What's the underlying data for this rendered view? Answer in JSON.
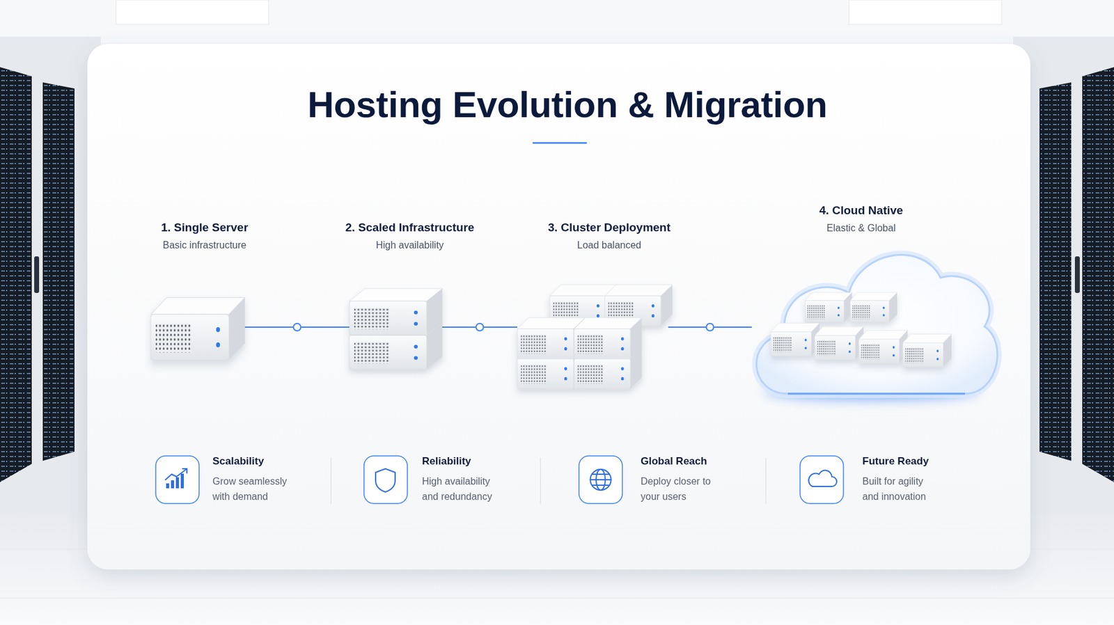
{
  "diagram": {
    "title": "Hosting Evolution & Migration",
    "nodes": [
      {
        "text": [
          "1. Single Server",
          "Basic infrastructure"
        ]
      },
      {
        "text": [
          "2. Scaled Infrastructure",
          "High availability"
        ]
      },
      {
        "text": [
          "3. Cluster Deployment",
          "Load balanced"
        ]
      },
      {
        "text": [
          "4. Cloud Native",
          "Elastic & Global"
        ]
      }
    ],
    "edges": [
      {
        "from": 0,
        "to": 1,
        "arrow": "none"
      },
      {
        "from": 1,
        "to": 2,
        "arrow": "none"
      },
      {
        "from": 2,
        "to": 3,
        "arrow": "none"
      }
    ],
    "labels": [
      "Scalability",
      "Grow seamlessly with demand",
      "Reliability",
      "High availability and redundancy",
      "Global Reach",
      "Deploy closer to your users",
      "Future Ready",
      "Built for agility and innovation"
    ]
  }
}
